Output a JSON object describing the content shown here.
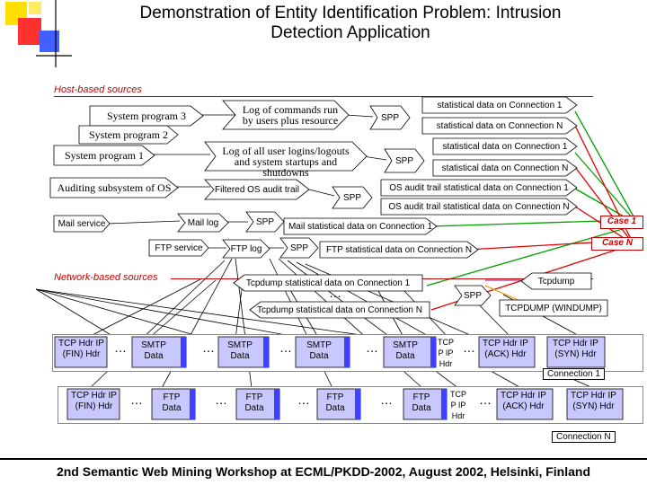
{
  "slide": {
    "title_line1": "Demonstration of Entity Identification Problem: Intrusion",
    "title_line2": "Detection Application",
    "footer": "2nd Semantic Web Mining Workshop at ECML/PKDD-2002, August 2002, Helsinki, Finland"
  },
  "sections": {
    "host": "Host-based sources",
    "network": "Network-based sources"
  },
  "host_sources": {
    "program3": "System program 3",
    "program2": "System program 2",
    "program1": "System program 1",
    "auditing": "Auditing subsystem of OS",
    "mail": "Mail service",
    "ftp": "FTP service"
  },
  "logs": {
    "commands": "Log of commands run by users plus resource",
    "logins": "Log of all user logins/logouts and system startups and shutdowns",
    "audit": "Filtered OS audit trail",
    "mail": "Mail log",
    "ftp": "FTP log",
    "tcpdump": "Tcpdump"
  },
  "spp_label": "SPP",
  "statistics": {
    "c1": "statistical data on Connection 1",
    "cn": "statistical data on Connection N",
    "audit_c1": "OS audit trail  statistical data on Connection 1",
    "audit_cn": "OS audit trail  statistical data on Connection N",
    "mail_c1": "Mail statistical data on Connection 1",
    "ftp_cn": "FTP statistical data on Connection N",
    "tcp_c1": "Tcpdump  statistical data on Connection 1",
    "tcp_cn": "Tcpdump  statistical data on Connection N",
    "windump": "TCPDUMP (WINDUMP)"
  },
  "cases": {
    "case1": "Case 1",
    "casen": "Case N"
  },
  "ellipsis": "…",
  "packets_row1": {
    "fin_tcp": "TCP Hdr",
    "fin_flag": "(FIN)",
    "ip": "IP",
    "hdr": "Hdr",
    "smtp1": "SMTP Data",
    "smtp2": "SMTP Data",
    "smtp3": "SMTP Data",
    "smtp4": "SMTP Data",
    "mid_tcp": "TCP",
    "mid_p": "P",
    "ack_tcp": "TCP Hdr",
    "ack_flag": "(ACK)",
    "syn_tcp": "TCP Hdr",
    "syn_flag": "(SYN)",
    "connection": "Connection 1"
  },
  "packets_row2": {
    "fin_tcp": "TCP Hdr",
    "fin_flag": "(FIN)",
    "ip": "IP",
    "hdr": "Hdr",
    "ftp1": "FTP Data",
    "ftp2": "FTP Data",
    "ftp3": "FTP Data",
    "ftp4": "FTP Data",
    "mid_tcp": "TCP",
    "mid_p": "P",
    "ack_tcp": "TCP Hdr",
    "ack_flag": "(ACK)",
    "syn_tcp": "TCP Hdr",
    "syn_flag": "(SYN)",
    "connection": "Connection N"
  },
  "colors": {
    "connector_green": "#00a000",
    "connector_red": "#e00000",
    "connector_orange": "#f0a020",
    "connector_purple": "#8040a0",
    "packet_fill": "#c8c8ff",
    "packet_stripe": "#4040ff"
  }
}
